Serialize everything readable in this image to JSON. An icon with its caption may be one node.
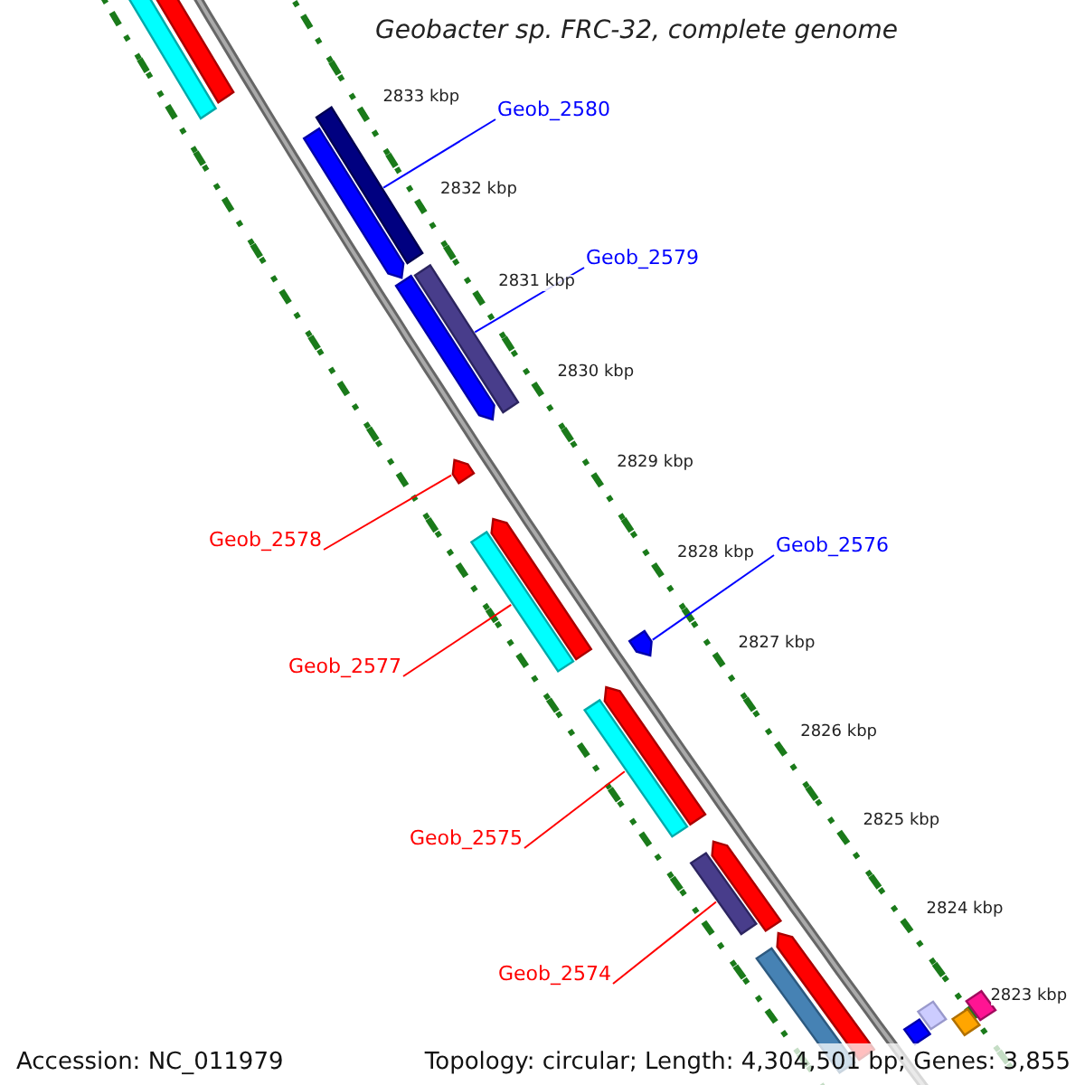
{
  "diagram": {
    "title": "Geobacter sp. FRC-32, complete genome",
    "nodes": [
      {
        "text": [
          "Geob_2580"
        ]
      },
      {
        "text": [
          "Geob_2579"
        ]
      },
      {
        "text": [
          "Geob_2578"
        ]
      },
      {
        "text": [
          "Geob_2576"
        ]
      },
      {
        "text": [
          "Geob_2577"
        ]
      },
      {
        "text": [
          "Geob_2575"
        ]
      },
      {
        "text": [
          "Geob_2574"
        ]
      },
      {
        "text": [],
        "shape": "bar"
      },
      {
        "text": [],
        "shape": "bar"
      },
      {
        "text": [],
        "shape": "bar"
      },
      {
        "text": [],
        "shape": "bar"
      },
      {
        "text": [],
        "shape": "bar"
      },
      {
        "text": [],
        "shape": "bar"
      },
      {
        "text": [],
        "shape": "bar"
      },
      {
        "text": [],
        "shape": "bar"
      },
      {
        "text": [],
        "shape": "bar"
      },
      {
        "text": [],
        "shape": "bar"
      },
      {
        "text": [],
        "shape": "bar"
      }
    ],
    "edges": [
      {
        "from": 0,
        "to": 7,
        "arrow": "none",
        "color": "#0000ff"
      },
      {
        "from": 1,
        "to": 8,
        "arrow": "none",
        "color": "#0000ff"
      },
      {
        "from": 2,
        "to": 9,
        "arrow": "none"
      },
      {
        "from": 3,
        "to": 10,
        "arrow": "none",
        "color": "#0000ff"
      },
      {
        "from": 4,
        "to": 11,
        "arrow": "none"
      },
      {
        "from": 5,
        "to": 12,
        "arrow": "none"
      },
      {
        "from": 6,
        "to": 13,
        "arrow": "none"
      }
    ],
    "labels": [
      "2833 kbp",
      "2832 kbp",
      "2831 kbp",
      "2830 kbp",
      "2829 kbp",
      "2828 kbp",
      "2827 kbp",
      "2826 kbp",
      "2825 kbp",
      "2824 kbp",
      "2823 kbp",
      "Accession: NC_011979",
      "Topology: circular; Length: 4,304,501 bp; Genes: 3,855"
    ]
  }
}
